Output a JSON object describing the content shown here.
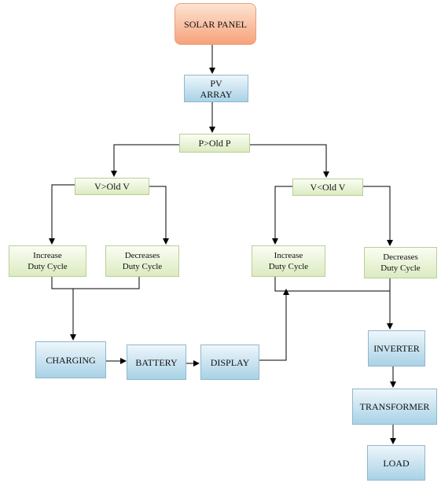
{
  "nodes": {
    "solar_panel": "SOLAR PANEL",
    "pv_array": "PV\nARRAY",
    "p_gt_old_p": "P>Old P",
    "v_gt_old_v": "V>Old V",
    "v_lt_old_v": "V<Old V",
    "increase_left": "Increase\nDuty Cycle",
    "decreases_left": "Decreases\nDuty Cycle",
    "increase_right": "Increase\nDuty Cycle",
    "decreases_right": "Decreases\nDuty Cycle",
    "charging": "CHARGING",
    "battery": "BATTERY",
    "display": "DISPLAY",
    "inverter": "INVERTER",
    "transformer": "TRANSFORMER",
    "load": "LOAD"
  }
}
